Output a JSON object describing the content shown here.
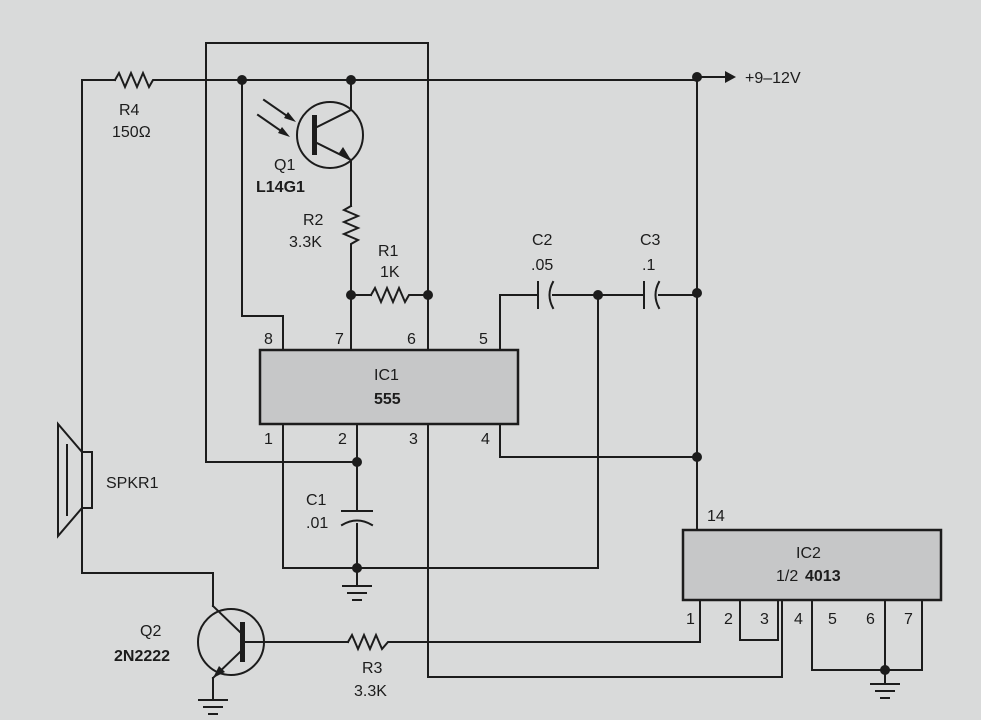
{
  "supply": {
    "label": "+9–12V"
  },
  "components": {
    "r4": {
      "ref": "R4",
      "value": "150Ω"
    },
    "q1": {
      "ref": "Q1",
      "part": "L14G1"
    },
    "r2": {
      "ref": "R2",
      "value": "3.3K"
    },
    "r1": {
      "ref": "R1",
      "value": "1K"
    },
    "c2": {
      "ref": "C2",
      "value": ".05"
    },
    "c3": {
      "ref": "C3",
      "value": ".1"
    },
    "c1": {
      "ref": "C1",
      "value": ".01"
    },
    "ic1": {
      "ref": "IC1",
      "part": "555",
      "pins": {
        "p1": "1",
        "p2": "2",
        "p3": "3",
        "p4": "4",
        "p5": "5",
        "p6": "6",
        "p7": "7",
        "p8": "8"
      }
    },
    "ic2": {
      "ref": "IC2",
      "prefix": "1/2",
      "part": "4013",
      "pins": {
        "p1": "1",
        "p2": "2",
        "p3": "3",
        "p4": "4",
        "p5": "5",
        "p6": "6",
        "p7": "7",
        "p14": "14"
      }
    },
    "spkr1": {
      "ref": "SPKR1"
    },
    "q2": {
      "ref": "Q2",
      "part": "2N2222"
    },
    "r3": {
      "ref": "R3",
      "value": "3.3K"
    }
  }
}
